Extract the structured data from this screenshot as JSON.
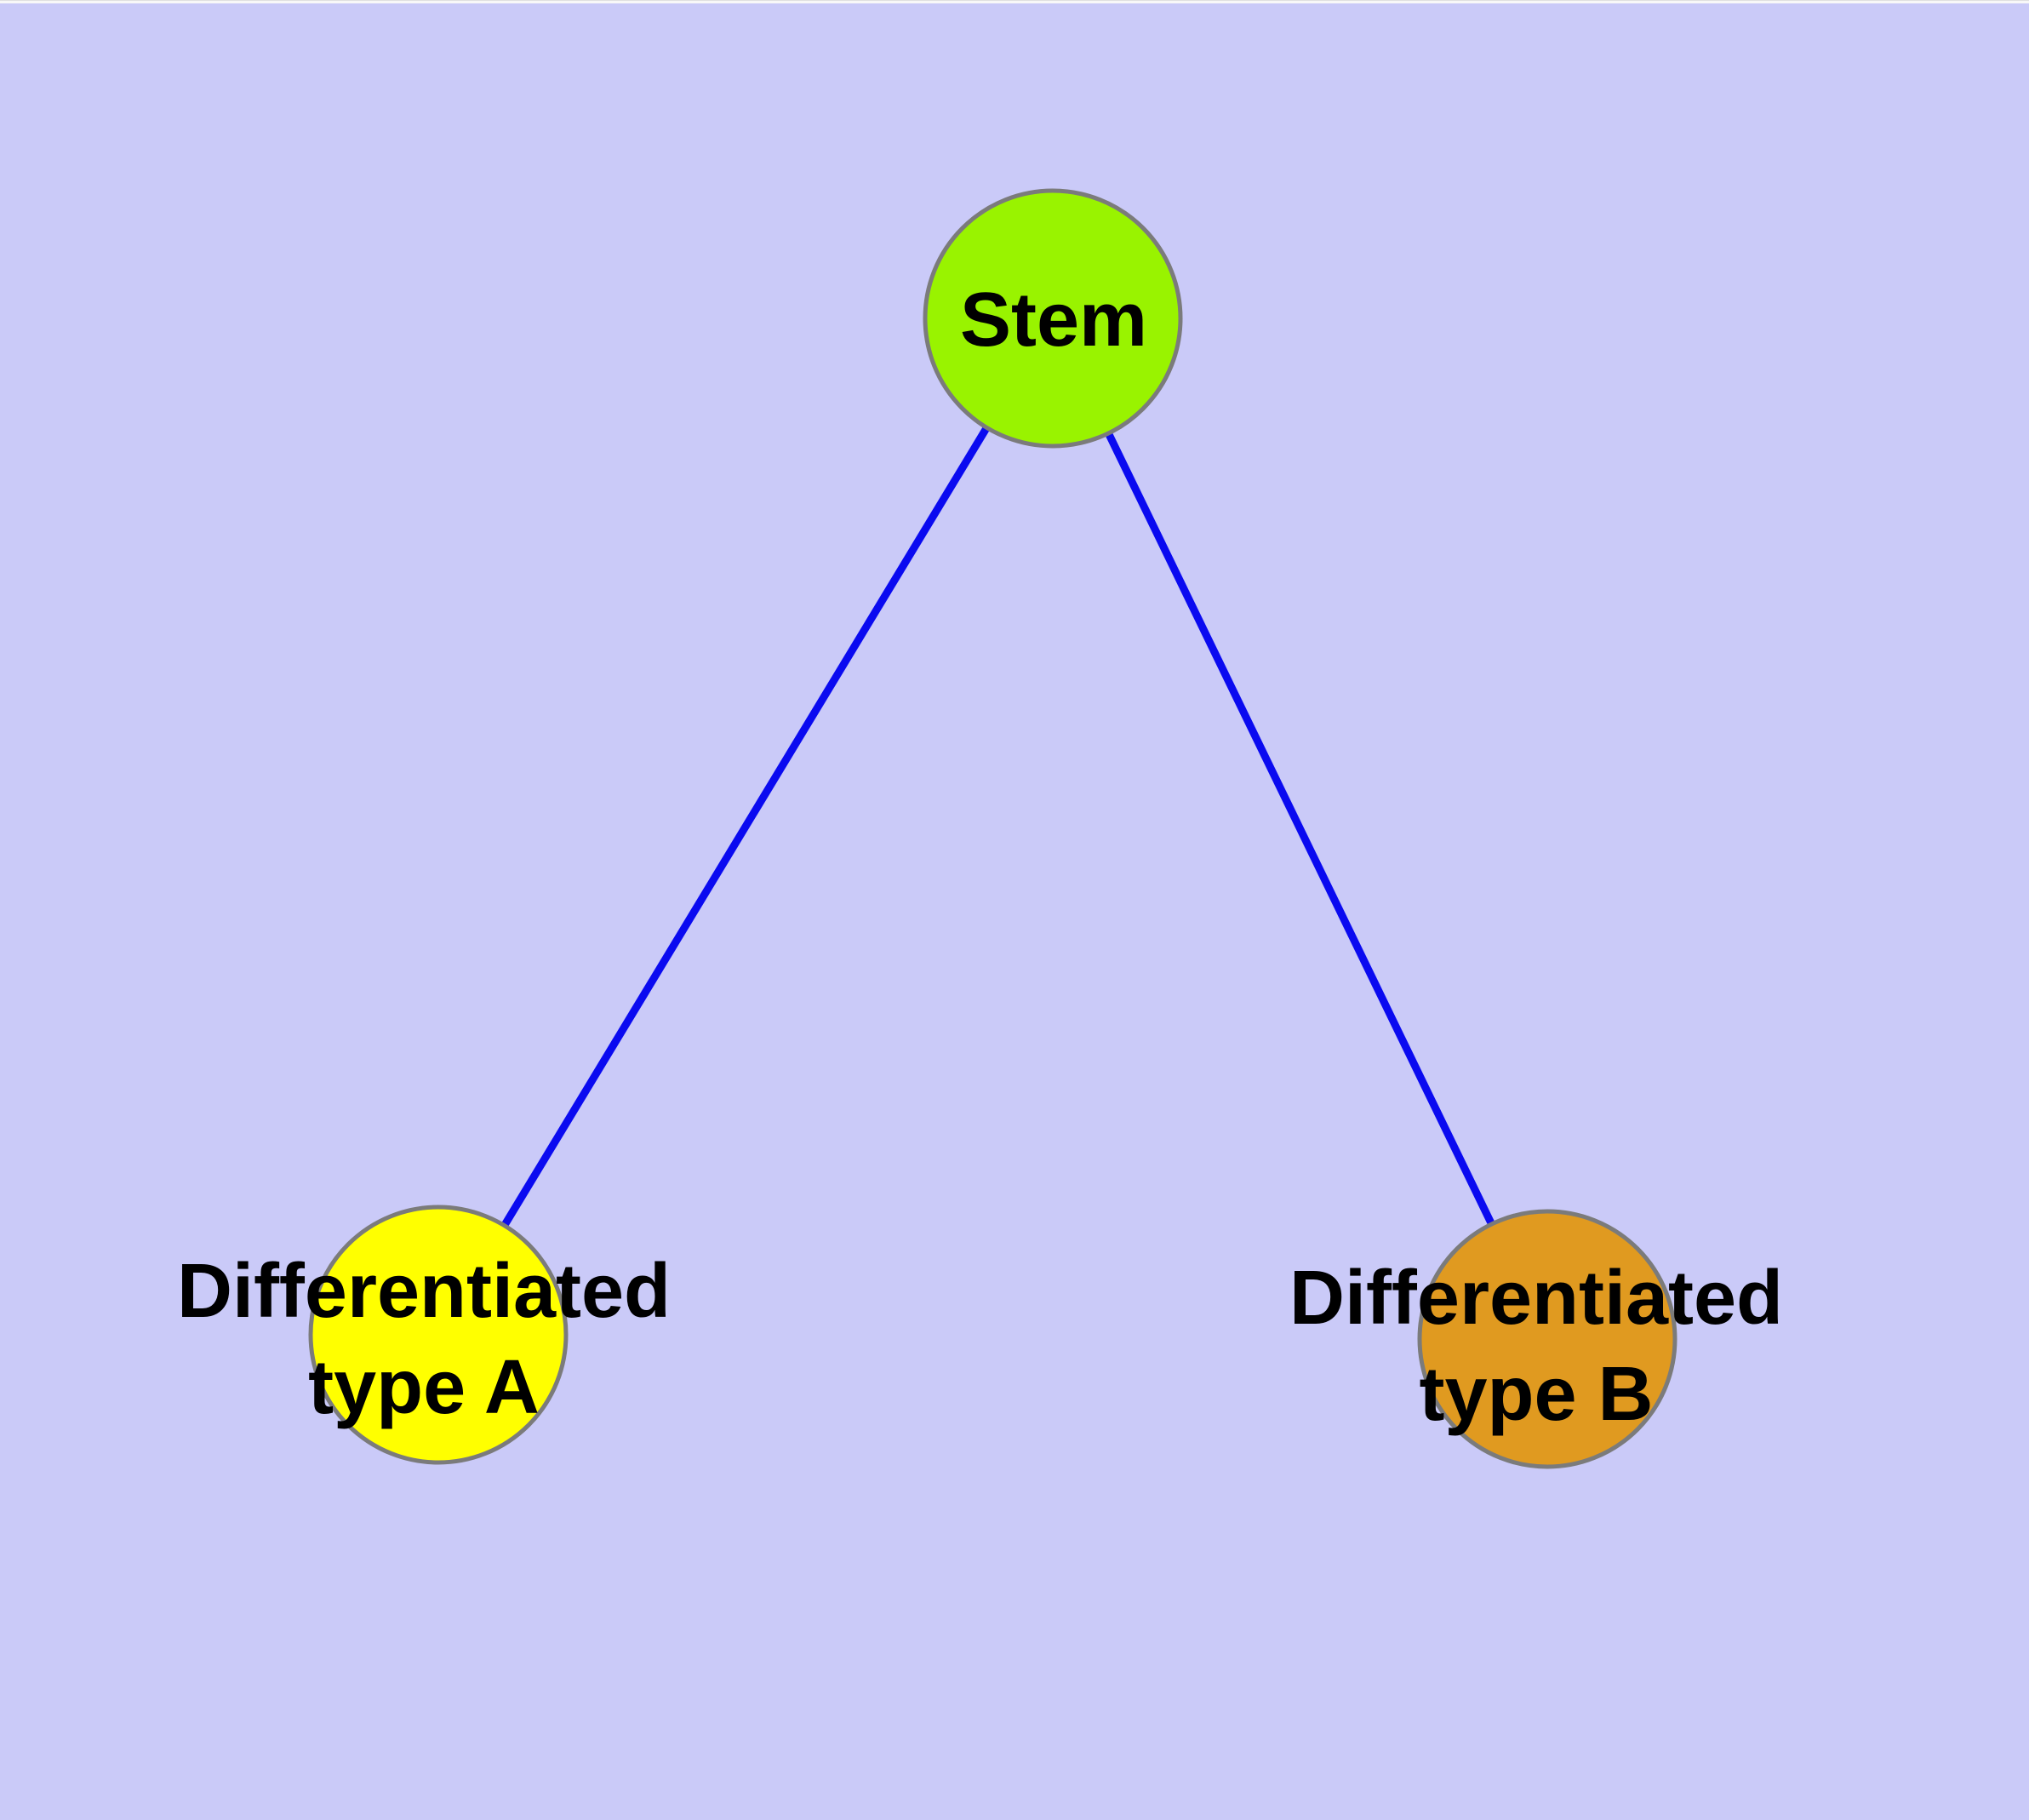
{
  "diagram": {
    "type": "node-link-graph",
    "background_color": "#cacaf8",
    "edge_color": "#0a0af0",
    "node_border_color": "#7b7b7b",
    "text_color": "#000000",
    "nodes": [
      {
        "id": "stem",
        "label": "Stem",
        "fill": "#99f300"
      },
      {
        "id": "differentiated-type-a",
        "label_line1": "Differentiated",
        "label_line2": "type A",
        "fill": "#ffff00"
      },
      {
        "id": "differentiated-type-b",
        "label_line1": "Differentiated",
        "label_line2": "type B",
        "fill": "#e09a20"
      }
    ],
    "edges": [
      {
        "from": "Stem",
        "to": "Differentiated type A"
      },
      {
        "from": "Stem",
        "to": "Differentiated type B"
      }
    ]
  }
}
